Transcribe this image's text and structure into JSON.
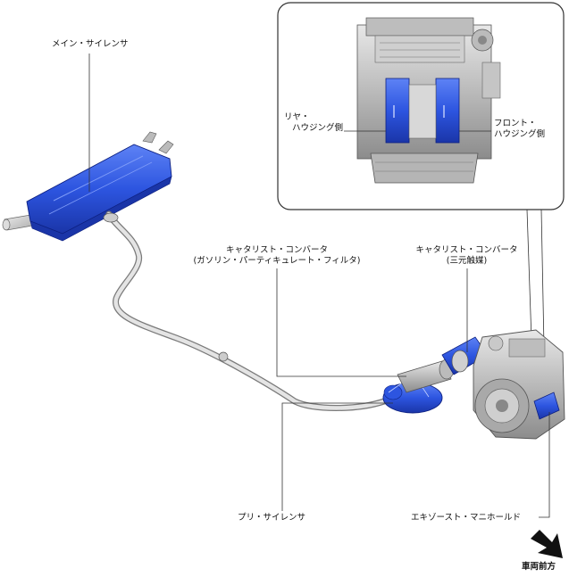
{
  "labels": {
    "main_silencer": "メイン・サイレンサ",
    "rear_housing_l1": "リヤ・",
    "rear_housing_l2": "ハウジング側",
    "front_housing_l1": "フロント・",
    "front_housing_l2": "ハウジング側",
    "cat_gpf_l1": "キャタリスト・コンバータ",
    "cat_gpf_l2": "(ガソリン・パーティキュレート・フィルタ)",
    "cat_3way_l1": "キャタリスト・コンバータ",
    "cat_3way_l2": "(三元触媒)",
    "pre_silencer": "プリ・サイレンサ",
    "exhaust_manifold": "エキゾースト・マニホールド",
    "vehicle_front": "車両前方"
  },
  "colors": {
    "highlight_blue": "#2d55e0",
    "highlight_blue_dark": "#1a35a8",
    "pipe_gray": "#c9c9c9",
    "engine_gray": "#9a9a9a",
    "leader_line": "#333333"
  },
  "icons": {
    "direction": "arrow-down-right-icon"
  }
}
